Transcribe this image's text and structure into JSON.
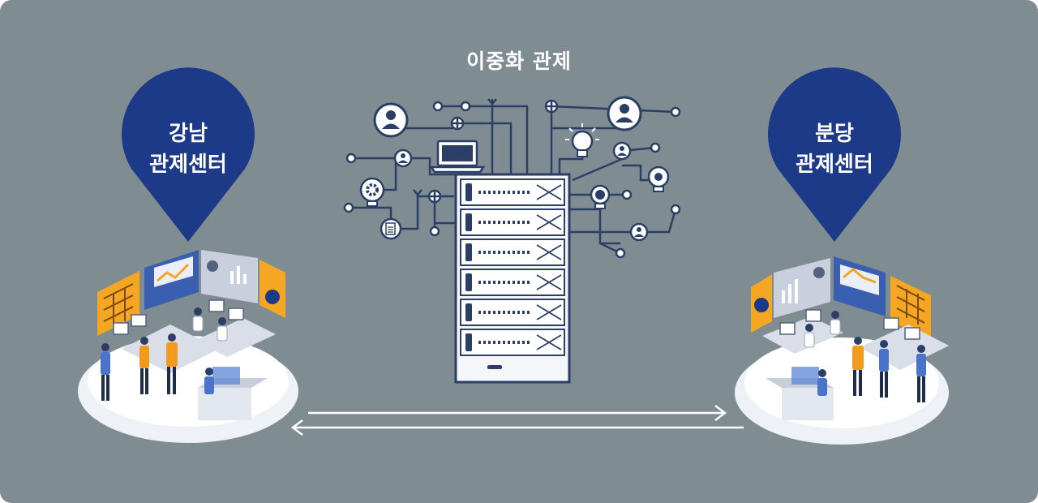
{
  "title": "이중화 관제",
  "left_center": {
    "line1": "강남",
    "line2": "관제센터"
  },
  "right_center": {
    "line1": "분당",
    "line2": "관제센터"
  },
  "colors": {
    "background": "#7f8d93",
    "pin": "#1c3a87",
    "network": "#2b3f66",
    "server_fill": "#f4f6fa",
    "screen_orange": "#f5a623",
    "arrow": "#ffffff"
  },
  "icons": [
    "user-icon",
    "laptop-icon",
    "lightbulb-icon",
    "gear-icon",
    "document-icon",
    "search-icon",
    "target-icon",
    "server-rack-icon"
  ]
}
